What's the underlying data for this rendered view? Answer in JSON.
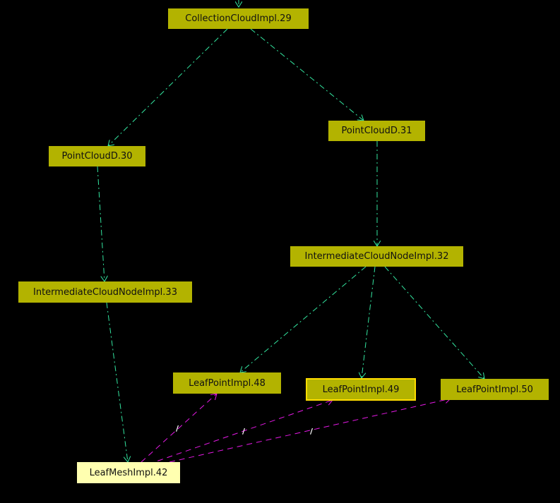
{
  "nodes": [
    {
      "id": "n29",
      "label": "CollectionCloudImpl.29"
    },
    {
      "id": "n30",
      "label": "PointCloudD.30"
    },
    {
      "id": "n31",
      "label": "PointCloudD.31"
    },
    {
      "id": "n32",
      "label": "IntermediateCloudNodeImpl.32"
    },
    {
      "id": "n33",
      "label": "IntermediateCloudNodeImpl.33"
    },
    {
      "id": "n48",
      "label": "LeafPointImpl.48"
    },
    {
      "id": "n49",
      "label": "LeafPointImpl.49"
    },
    {
      "id": "n50",
      "label": "LeafPointImpl.50"
    },
    {
      "id": "n42",
      "label": "LeafMeshImpl.42"
    }
  ],
  "edges": [
    {
      "from": "n29",
      "to": "n30",
      "style": "containment"
    },
    {
      "from": "n29",
      "to": "n31",
      "style": "containment"
    },
    {
      "from": "n30",
      "to": "n33",
      "style": "containment"
    },
    {
      "from": "n31",
      "to": "n32",
      "style": "containment"
    },
    {
      "from": "n32",
      "to": "n48",
      "style": "containment"
    },
    {
      "from": "n32",
      "to": "n49",
      "style": "containment"
    },
    {
      "from": "n32",
      "to": "n50",
      "style": "containment"
    },
    {
      "from": "n33",
      "to": "n42",
      "style": "containment"
    },
    {
      "from": "n42",
      "to": "n48",
      "style": "reference",
      "label": "/"
    },
    {
      "from": "n42",
      "to": "n49",
      "style": "reference",
      "label": "/"
    },
    {
      "from": "n42",
      "to": "n50",
      "style": "reference",
      "label": "/"
    }
  ],
  "colors": {
    "background": "#000000",
    "node": "#b3b300",
    "selected_border": "#ffdd00",
    "highlight_node": "#ffffb0",
    "containment_edge": "#33e6a0",
    "reference_edge": "#e619e6"
  }
}
